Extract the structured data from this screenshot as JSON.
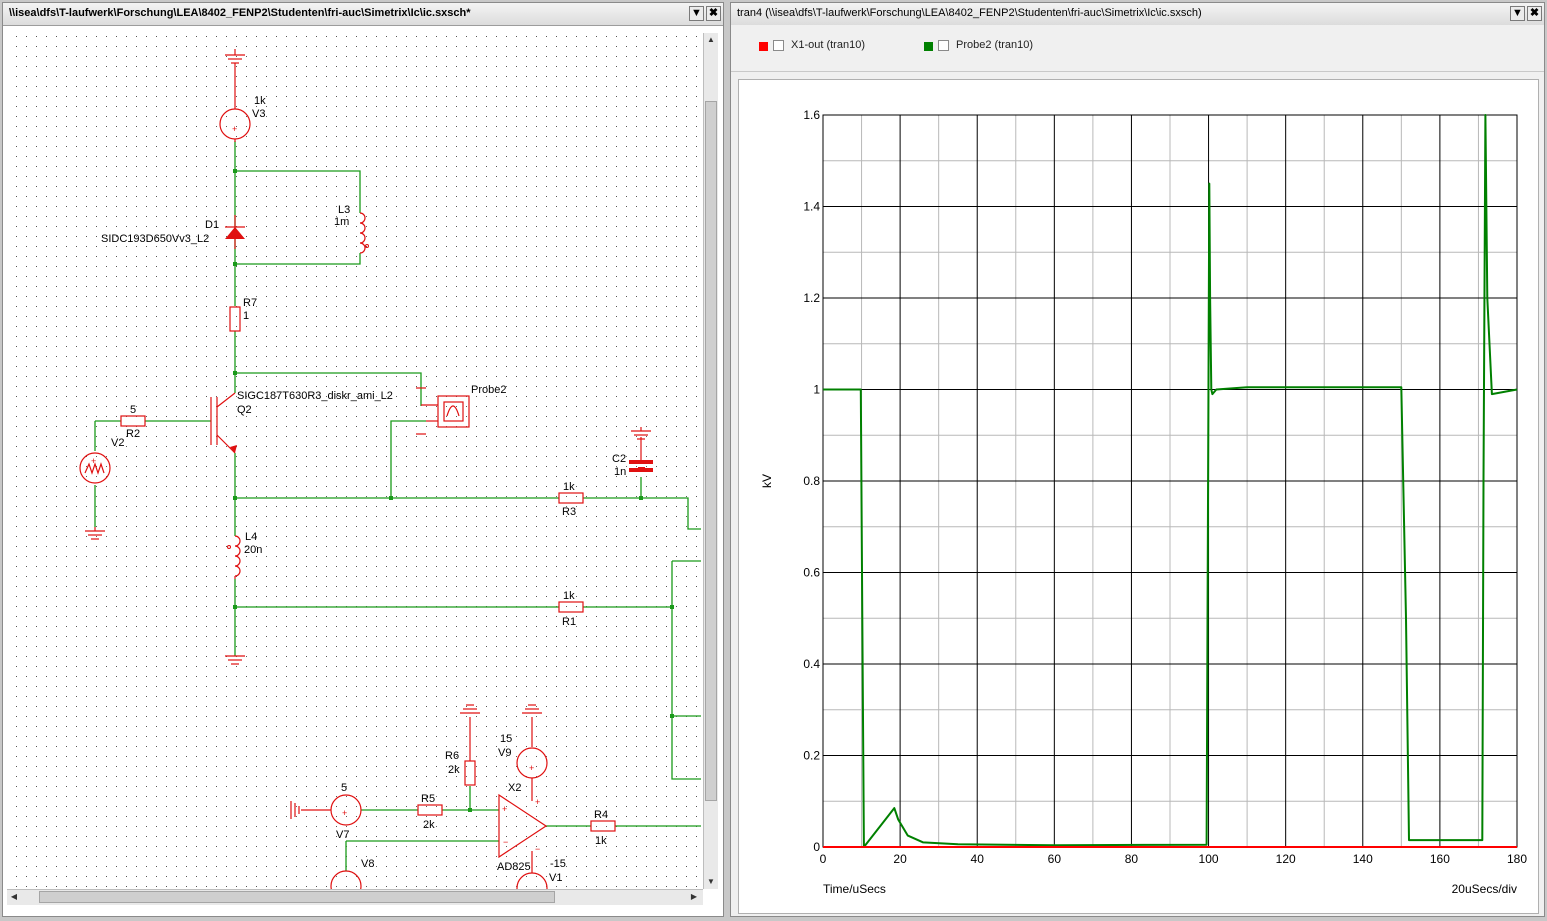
{
  "schematic": {
    "title": "\\\\isea\\dfs\\T-laufwerk\\Forschung\\LEA\\8402_FENP2\\Studenten\\fri-auc\\Simetrix\\Ic\\ic.sxsch*",
    "dropdown_icon": "chevron-down-icon",
    "close_icon": "close-icon",
    "labels": {
      "v3_value": "1k",
      "v3_name": "V3",
      "d1_name": "D1",
      "d1_model": "SIDC193D650Vv3_L2",
      "l3_name": "L3",
      "l3_value": "1m",
      "r7_name": "R7",
      "r7_value": "1",
      "q2_model": "SIGC187T630R3_diskr_ami_L2",
      "q2_name": "Q2",
      "probe2": "Probe2",
      "r2_value": "5",
      "r2_name": "R2",
      "v2_name": "V2",
      "c2_name": "C2",
      "c2_value": "1n",
      "r3_value": "1k",
      "r3_name": "R3",
      "l4_name": "L4",
      "l4_value": "20n",
      "r1_value": "1k",
      "r1_name": "R1",
      "r6_name": "R6",
      "r6_value": "2k",
      "v9_value": "15",
      "v9_name": "V9",
      "x2_name": "X2",
      "x2_model": "AD825",
      "v7_value": "5",
      "v7_name": "V7",
      "r5_name": "R5",
      "r5_value": "2k",
      "r4_name": "R4",
      "r4_value": "1k",
      "v8_name": "V8",
      "v1_value": "-15",
      "v1_name": "V1"
    }
  },
  "graph": {
    "title": "tran4 (\\\\isea\\dfs\\T-laufwerk\\Forschung\\LEA\\8402_FENP2\\Studenten\\fri-auc\\Simetrix\\Ic\\ic.sxsch)",
    "legend": [
      {
        "label": "X1-out (tran10)",
        "color": "#ff0000"
      },
      {
        "label": "Probe2 (tran10)",
        "color": "#008000"
      }
    ],
    "xlabel": "Time/uSecs",
    "xscale": "20uSecs/div",
    "ylabel": "kV"
  },
  "chart_data": {
    "type": "line",
    "xlabel": "Time/uSecs",
    "ylabel": "kV",
    "xlim": [
      0,
      180
    ],
    "ylim": [
      0,
      1.6
    ],
    "x_ticks": [
      "0",
      "20",
      "40",
      "60",
      "80",
      "100",
      "120",
      "140",
      "160",
      "180"
    ],
    "y_ticks": [
      "0",
      "0.2",
      "0.4",
      "0.6",
      "0.8",
      "1",
      "1.2",
      "1.4",
      "1.6"
    ],
    "x_tick_values": [
      0,
      20,
      40,
      60,
      80,
      100,
      120,
      140,
      160,
      180
    ],
    "y_tick_values": [
      0,
      0.2,
      0.4,
      0.6,
      0.8,
      1,
      1.2,
      1.4,
      1.6
    ],
    "minor_x": [
      10,
      30,
      50,
      70,
      90,
      110,
      130,
      150,
      170
    ],
    "minor_y": [
      0.1,
      0.3,
      0.5,
      0.7,
      0.9,
      1.1,
      1.3,
      1.5
    ],
    "grid": true,
    "series": [
      {
        "name": "Probe2 (tran10)",
        "color": "#008000",
        "x": [
          0,
          9.8,
          10.2,
          10.6,
          18.5,
          19.5,
          22,
          26,
          35,
          60,
          99.5,
          100.2,
          100.4,
          100.7,
          101,
          102,
          110,
          150,
          151.2,
          152,
          160,
          171,
          171.3,
          171.8,
          172.3,
          173.5,
          180
        ],
        "y": [
          1.0,
          1.0,
          0.5,
          0.0,
          0.085,
          0.06,
          0.025,
          0.01,
          0.006,
          0.004,
          0.005,
          1.45,
          1.2,
          1.0,
          0.99,
          1.0,
          1.005,
          1.005,
          0.5,
          0.015,
          0.015,
          0.015,
          0.8,
          1.6,
          1.2,
          0.99,
          1.0
        ]
      },
      {
        "name": "X1-out (tran10)",
        "color": "#ff0000",
        "x": [
          0,
          180
        ],
        "y": [
          0,
          0
        ]
      }
    ]
  }
}
